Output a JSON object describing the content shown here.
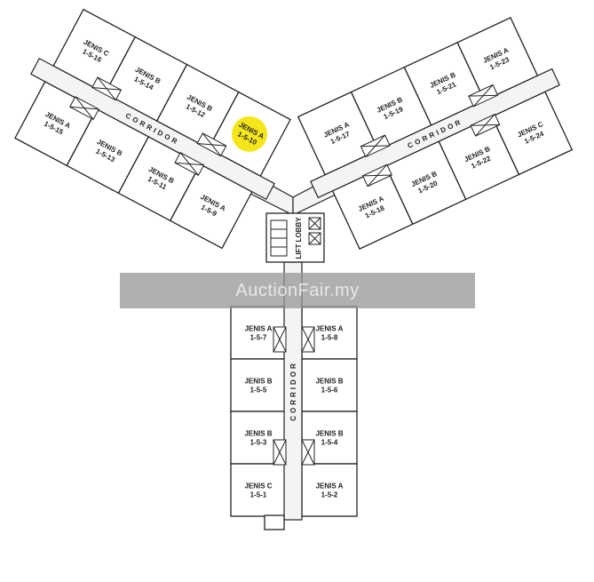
{
  "watermark": "AuctionFair.my",
  "corridor_label": "CORRIDOR",
  "lift_lobby_label": "LIFT LOBBY",
  "highlight_color": "#f5e61c",
  "highlighted_unit": "1-5-10",
  "wings": {
    "left": {
      "top": [
        {
          "type": "JENIS C",
          "unit": "1-5-16"
        },
        {
          "type": "JENIS B",
          "unit": "1-5-14"
        },
        {
          "type": "JENIS B",
          "unit": "1-5-12"
        },
        {
          "type": "JENIS A",
          "unit": "1-5-10"
        }
      ],
      "bottom": [
        {
          "type": "JENIS A",
          "unit": "1-5-15"
        },
        {
          "type": "JENIS B",
          "unit": "1-5-13"
        },
        {
          "type": "JENIS B",
          "unit": "1-5-11"
        },
        {
          "type": "JENIS A",
          "unit": "1-5-9"
        }
      ]
    },
    "right": {
      "top": [
        {
          "type": "JENIS A",
          "unit": "1-5-17"
        },
        {
          "type": "JENIS B",
          "unit": "1-5-19"
        },
        {
          "type": "JENIS B",
          "unit": "1-5-21"
        },
        {
          "type": "JENIS A",
          "unit": "1-5-23"
        }
      ],
      "bottom": [
        {
          "type": "JENIS A",
          "unit": "1-5-18"
        },
        {
          "type": "JENIS B",
          "unit": "1-5-20"
        },
        {
          "type": "JENIS B",
          "unit": "1-5-22"
        },
        {
          "type": "JENIS C",
          "unit": "1-5-24"
        }
      ]
    },
    "south": {
      "left": [
        {
          "type": "JENIS A",
          "unit": "1-5-7"
        },
        {
          "type": "JENIS B",
          "unit": "1-5-5"
        },
        {
          "type": "JENIS B",
          "unit": "1-5-3"
        },
        {
          "type": "JENIS C",
          "unit": "1-5-1"
        }
      ],
      "right": [
        {
          "type": "JENIS A",
          "unit": "1-5-8"
        },
        {
          "type": "JENIS B",
          "unit": "1-5-6"
        },
        {
          "type": "JENIS B",
          "unit": "1-5-4"
        },
        {
          "type": "JENIS A",
          "unit": "1-5-2"
        }
      ]
    }
  }
}
